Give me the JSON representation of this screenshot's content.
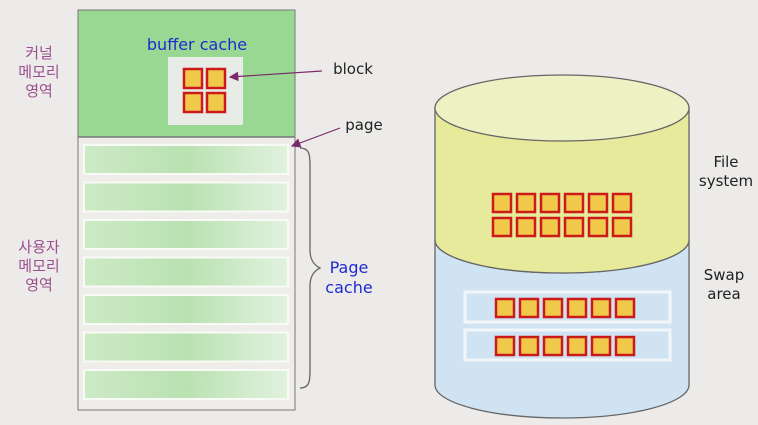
{
  "memory": {
    "kernel_label": [
      "커널",
      "메모리",
      "영역"
    ],
    "user_label": [
      "사용자",
      "메모리",
      "영역"
    ],
    "buffer_cache_label": "buffer cache",
    "block_label": "block",
    "page_label": "page",
    "page_cache_label": [
      "Page",
      "cache"
    ],
    "page_rows": 7,
    "buffer_blocks": 4
  },
  "disk": {
    "filesystem_label": [
      "File",
      "system"
    ],
    "swap_label": [
      "Swap",
      "area"
    ],
    "filesystem_blocks": {
      "rows": 2,
      "cols": 6
    },
    "swap_blocks": {
      "rows": 2,
      "cols": 6
    }
  },
  "colors": {
    "kernel_fill": "#98d892",
    "user_fill": "#eeede9",
    "page_row": "#c6e8bf",
    "block_fill": "#f0c94a",
    "block_border": "#cc1a1a",
    "filesystem_fill": "#e6ea9a",
    "swap_fill": "#cfe3f2",
    "korean_text": "#9b4f8e",
    "blue_text": "#1f2bd0"
  }
}
